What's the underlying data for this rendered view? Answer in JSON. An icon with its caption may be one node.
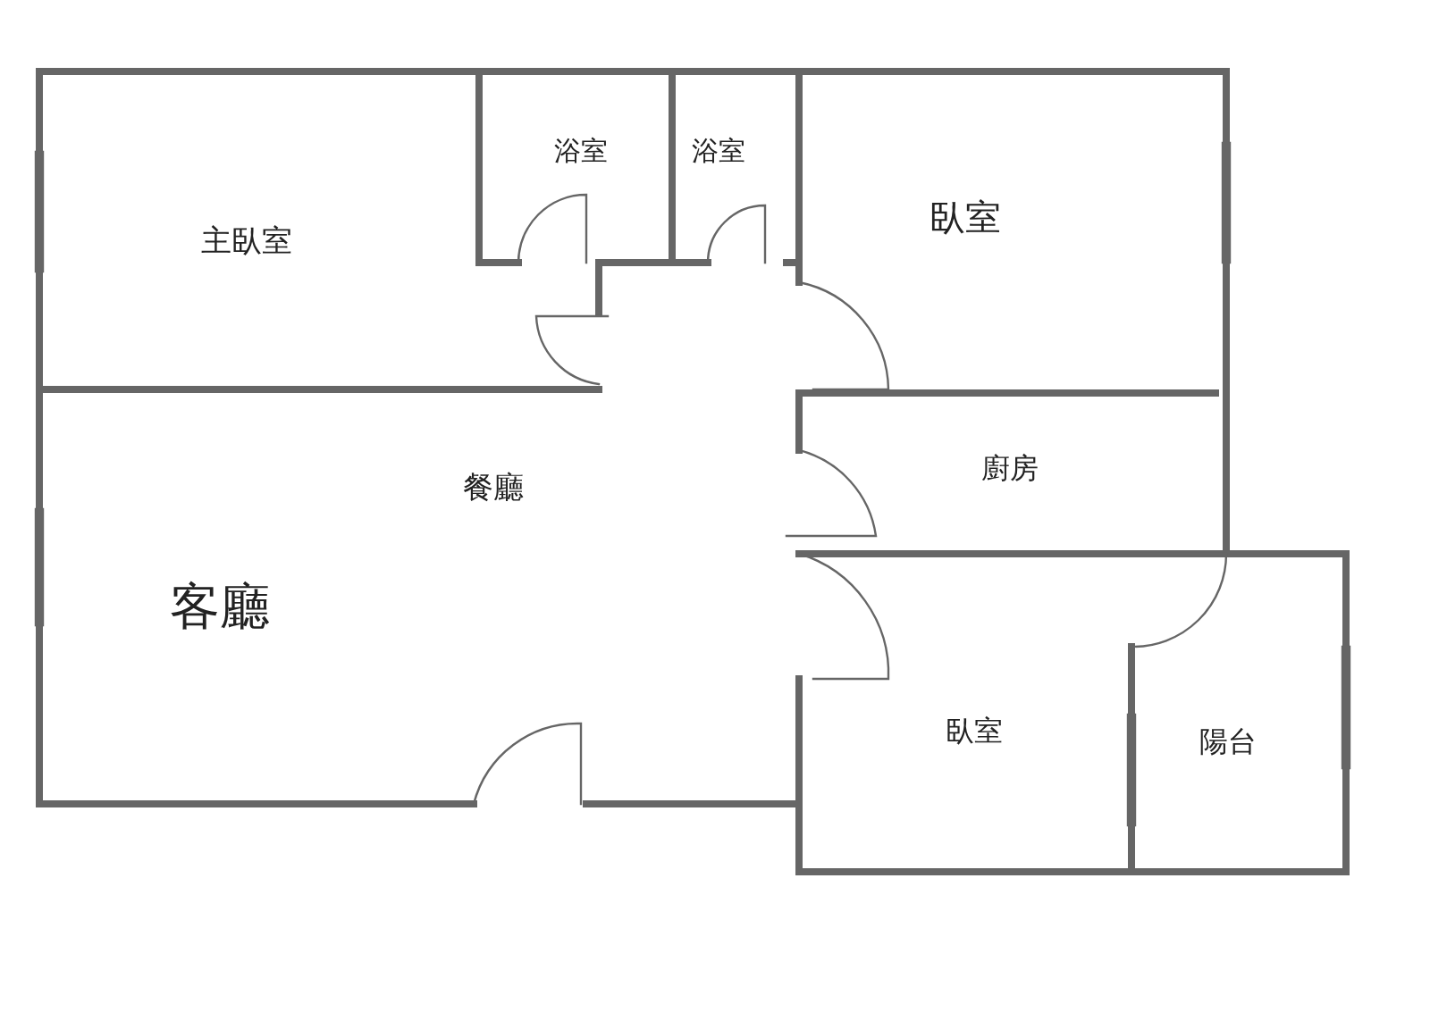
{
  "diagram": {
    "nodes": [
      {
        "text": [
          "主臥室"
        ]
      },
      {
        "text": [
          "浴室"
        ]
      },
      {
        "text": [
          "浴室"
        ]
      },
      {
        "text": [
          "臥室"
        ]
      },
      {
        "text": [
          "餐廳",
          "客廳"
        ]
      },
      {
        "text": [
          "廚房"
        ]
      },
      {
        "text": [
          "臥室"
        ]
      },
      {
        "text": [
          "陽台"
        ]
      }
    ],
    "edges": []
  }
}
